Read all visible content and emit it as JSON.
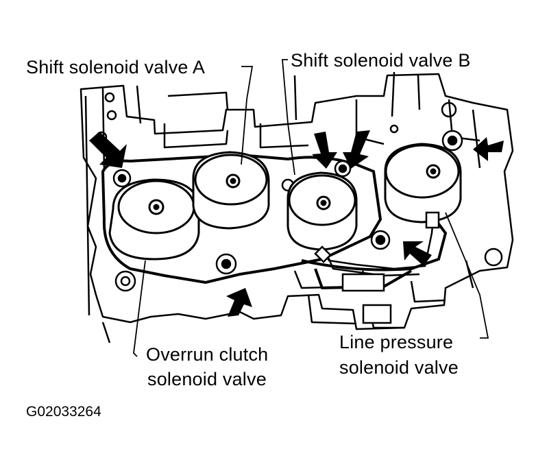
{
  "labels": {
    "shift_a": "Shift solenoid valve A",
    "shift_b": "Shift solenoid valve B",
    "overrun_line1": "Overrun clutch",
    "overrun_line2": "solenoid valve",
    "line_line1": "Line pressure",
    "line_line2": "solenoid valve"
  },
  "figure_code": "G02033264"
}
